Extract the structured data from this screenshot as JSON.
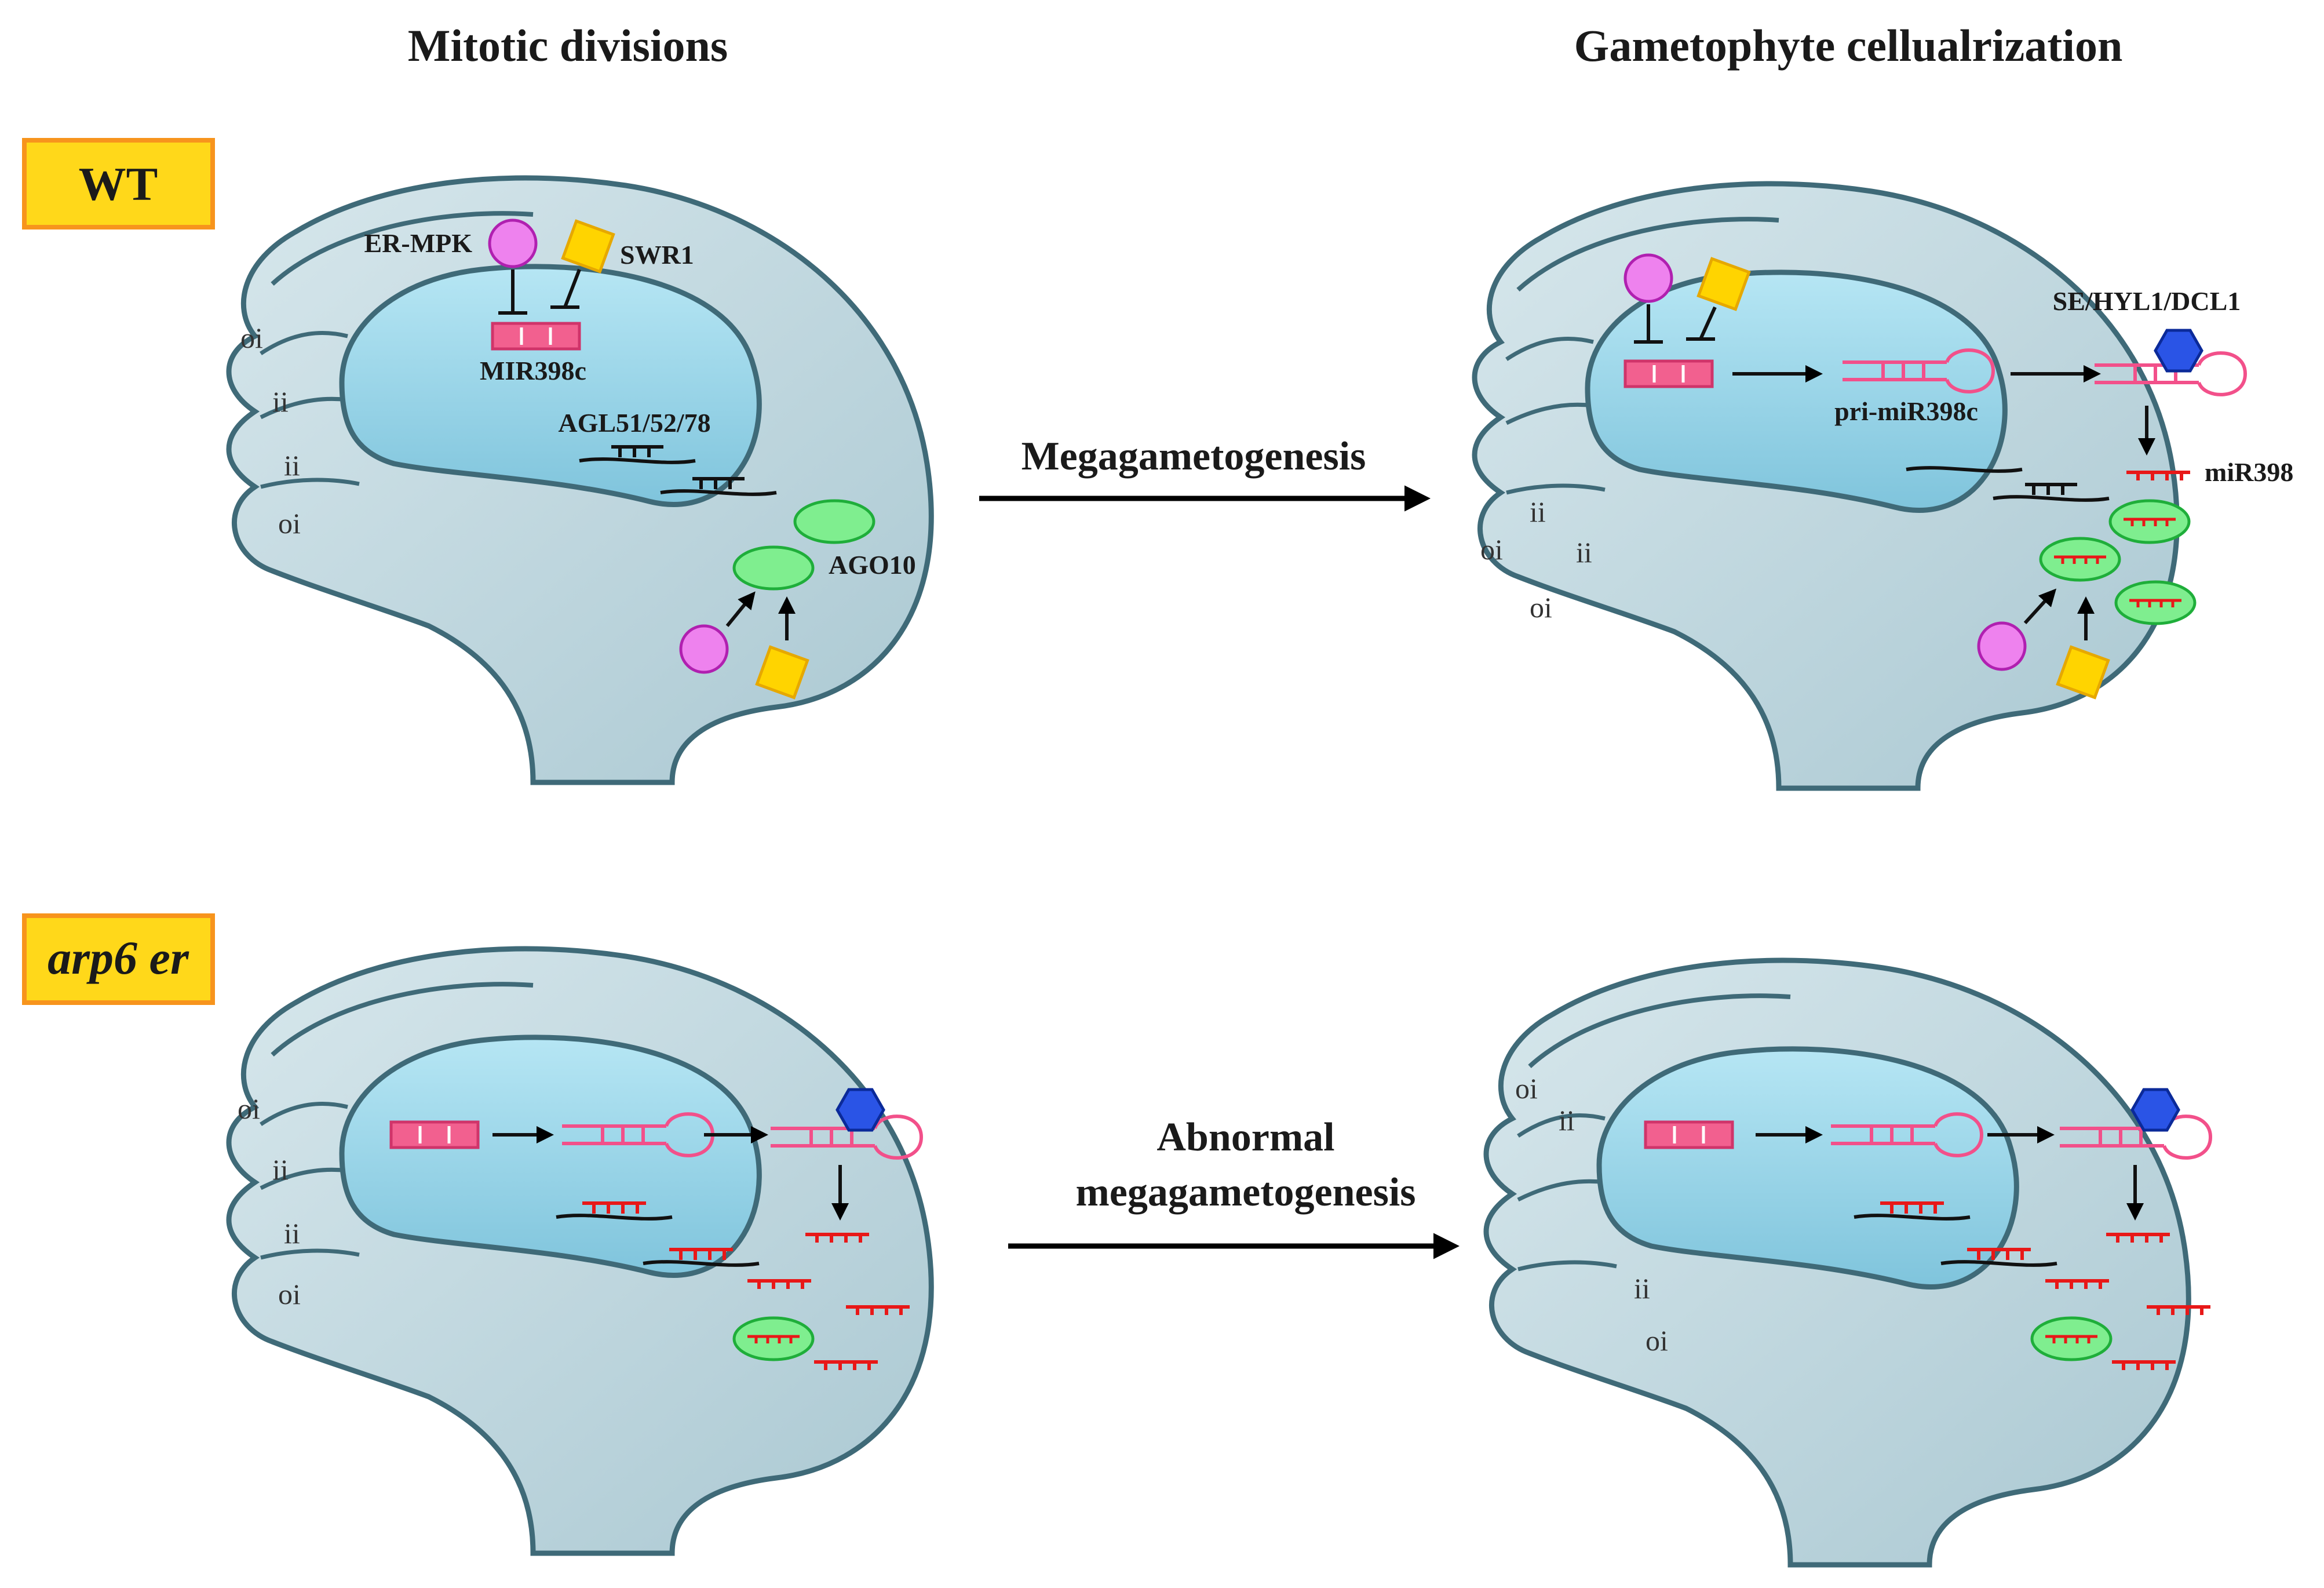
{
  "headers": {
    "left": "Mitotic divisions",
    "right": "Gametophyte cellualrization"
  },
  "genotypes": {
    "wt": "WT",
    "mutant": "arp6 er"
  },
  "processes": {
    "wt": "Megagametogenesis",
    "mutant_line1": "Abnormal",
    "mutant_line2": "megagametogenesis"
  },
  "labels": {
    "er_mpk": "ER-MPK",
    "swr1": "SWR1",
    "mir398c": "MIR398c",
    "agl": "AGL51/52/78",
    "ago10": "AGO10",
    "pri_mir": "pri-miR398c",
    "se_complex": "SE/HYL1/DCL1",
    "mir398": "miR398"
  },
  "tissue_labels": {
    "outer_integument": "oi",
    "inner_integument": "ii"
  },
  "colors": {
    "ovule_fill": "#c4d9e0",
    "ovule_stroke": "#3f6a78",
    "sac_fill": "#8fd0e6",
    "mpk": "#ee82ee",
    "swr1": "#ffd400",
    "gene": "#f2608f",
    "ago": "#7fee8f",
    "complex": "#2a54e6",
    "mirna": "#e81818",
    "tag_fill": "#ffd81a",
    "tag_border": "#f7941d"
  }
}
